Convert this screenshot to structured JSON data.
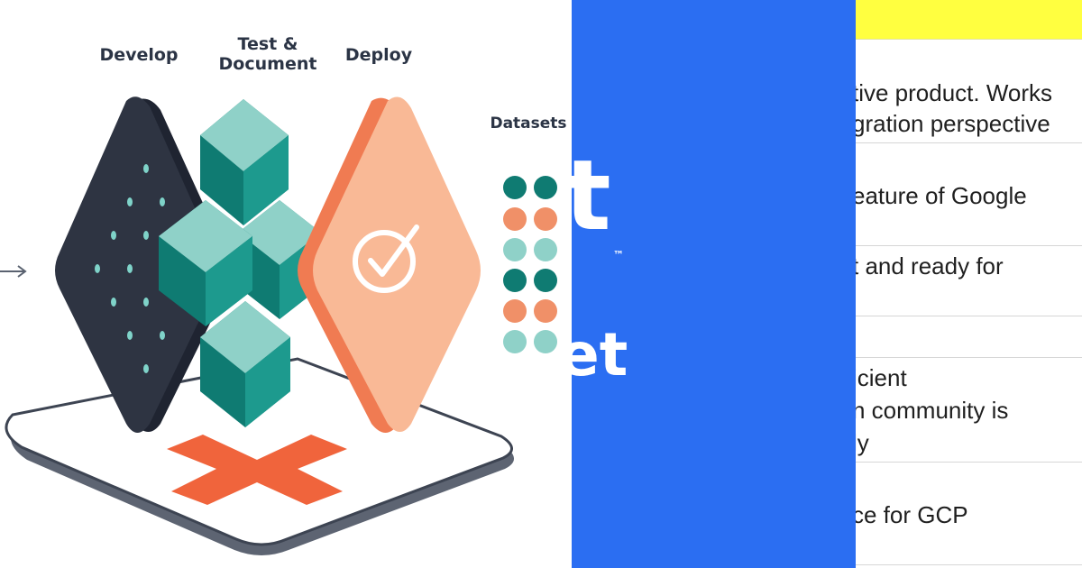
{
  "illustration": {
    "stages": {
      "develop": "Develop",
      "test": "Test &\nDocument",
      "deploy": "Deploy",
      "datasets": "Datasets"
    },
    "colors": {
      "dark": "#2e3442",
      "teal_light": "#8fd1c8",
      "teal": "#1d9a8e",
      "teal_dark": "#0f7b72",
      "peach": "#f9b996",
      "orange": "#f07b52",
      "platform_accent": "#f0643c"
    },
    "icons": [
      "check-circle-icon",
      "arrow-right-icon"
    ]
  },
  "middle": {
    "glyph_1": "t",
    "trademark": "™",
    "glyph_2": "et",
    "background": "#2b6ef2"
  },
  "document": {
    "header_color": "#ffff40",
    "rows": [
      {
        "lines": [
          "tive product. Works",
          "gration perspective"
        ]
      },
      {
        "lines": [
          "eature of Google"
        ]
      },
      {
        "lines": [
          "t and ready for"
        ]
      },
      {
        "lines": []
      },
      {
        "lines": [
          "icient",
          "n community is",
          "ly"
        ]
      },
      {
        "lines": [
          "ce for GCP"
        ]
      }
    ]
  }
}
